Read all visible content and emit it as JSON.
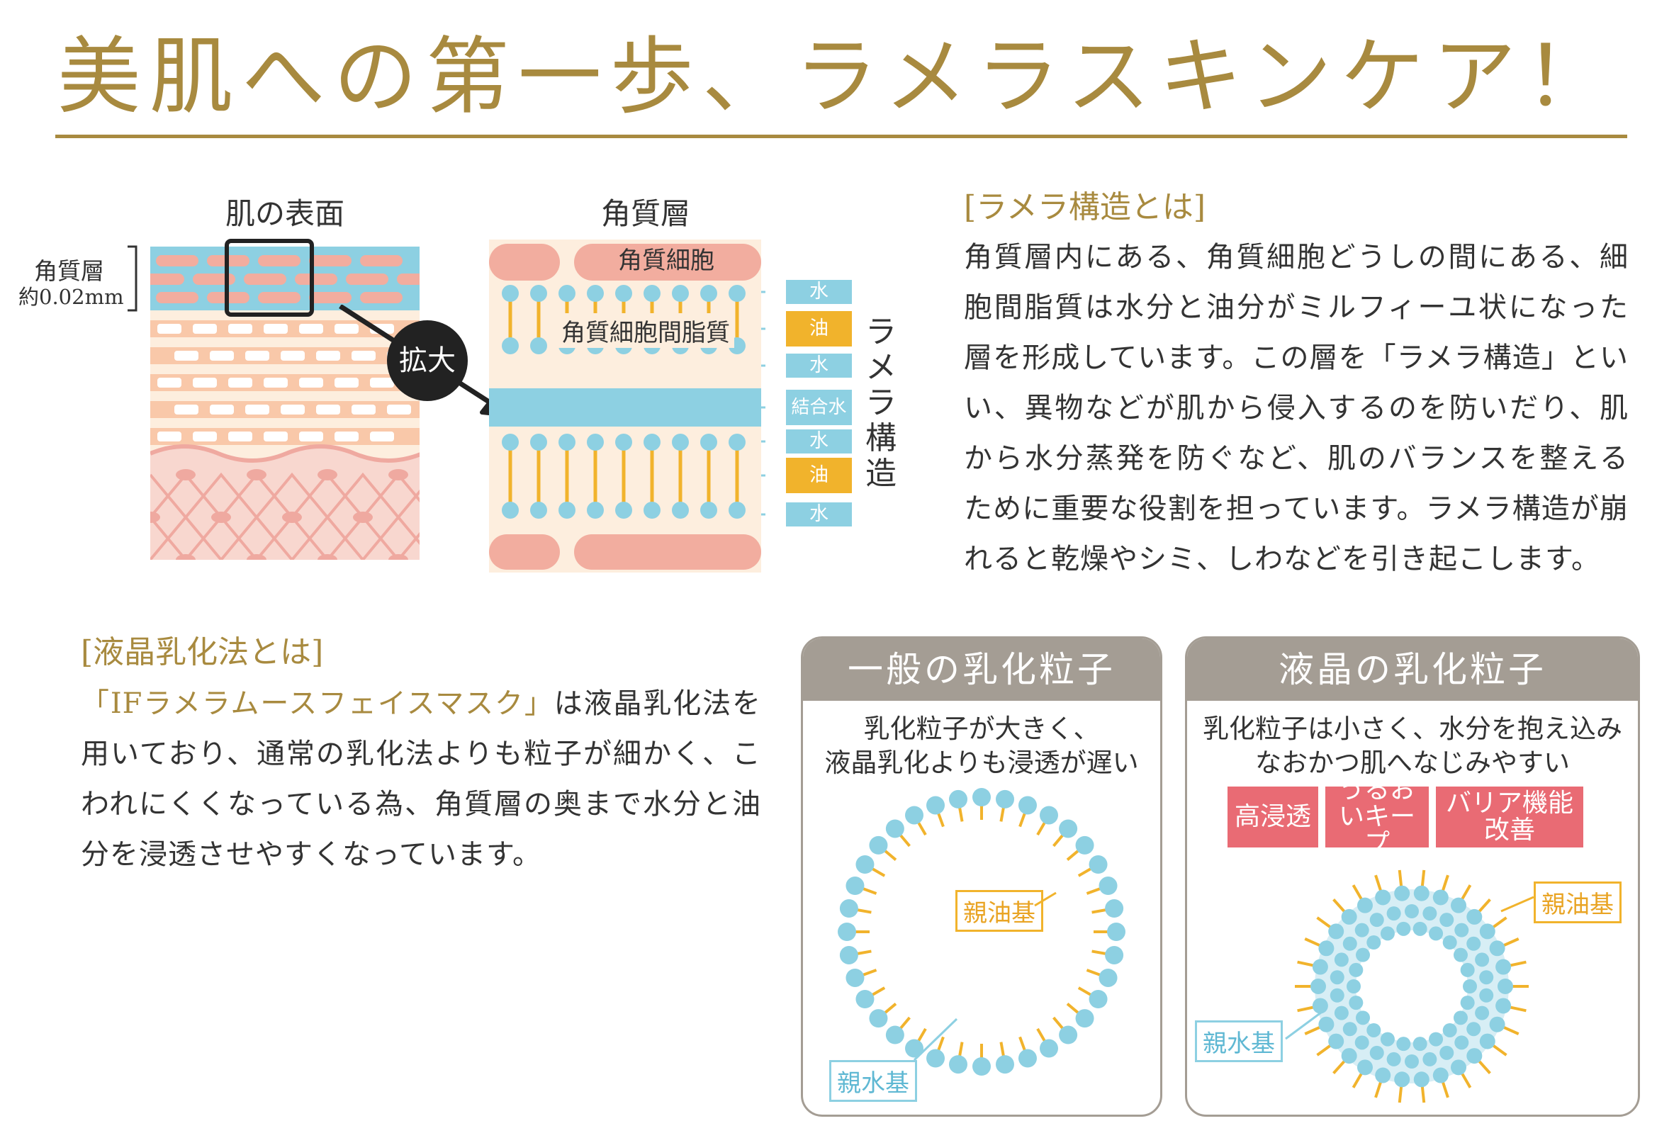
{
  "title": "美肌への第一歩、ラメラスキンケア！",
  "diagram": {
    "skin_surface_label": "肌の表面",
    "stratum_corneum_label": "角質層",
    "stratum_corneum_side_label": "角質層",
    "thickness_label": "約0.02mm",
    "zoom_label": "拡大",
    "corneocyte_label": "角質細胞",
    "lipid_label": "角質細胞間脂質",
    "layer_tags": [
      "水",
      "油",
      "水",
      "結合水",
      "水",
      "油",
      "水"
    ],
    "lamellar_vertical": "ラメラ構造",
    "colors": {
      "water": "#8dd0e2",
      "oil": "#f1b32c",
      "cell": "#f2ad9f",
      "lipid_bg": "#fdeede"
    }
  },
  "lamellar": {
    "heading": "[ラメラ構造とは]",
    "text": "角質層内にある、角質細胞どうしの間にある、細胞間脂質は水分と油分がミルフィーユ状になった層を形成しています。この層を「ラメラ構造」といい、異物などが肌から侵入するのを防いだり、肌から水分蒸発を防ぐなど、肌のバランスを整えるために重要な役割を担っています。ラメラ構造が崩れると乾燥やシミ、しわなどを引き起こします。"
  },
  "emulsion": {
    "heading": "[液晶乳化法とは]",
    "product": "「IFラメラムースフェイスマスク」",
    "text": "は液晶乳化法を用いており、通常の乳化法よりも粒子が細かく、こわれにくくなっている為、角質層の奥まで水分と油分を浸透させやすくなっています。"
  },
  "panels": {
    "general": {
      "title": "一般の乳化粒子",
      "desc_line1": "乳化粒子が大きく、",
      "desc_line2": "液晶乳化よりも浸透が遅い",
      "oil_label": "親油基",
      "water_label": "親水基"
    },
    "liquid": {
      "title": "液晶の乳化粒子",
      "desc_line1": "乳化粒子は小さく、水分を抱え込み",
      "desc_line2": "なおかつ肌へなじみやすい",
      "features": [
        "高浸透",
        "うるおいキープ",
        "バリア機能改善"
      ],
      "oil_label": "親油基",
      "water_label": "親水基",
      "feature_color": "#e96b74"
    }
  }
}
